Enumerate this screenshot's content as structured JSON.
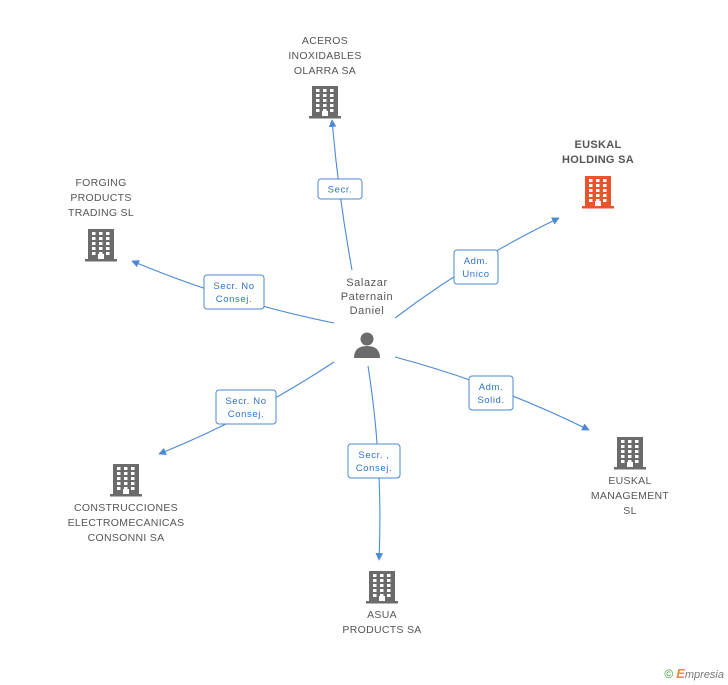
{
  "center": {
    "name_lines": [
      "Salazar",
      "Paternain",
      "Daniel"
    ],
    "icon": "person-icon"
  },
  "colors": {
    "edge": "#4a8ad4",
    "label": "#2f74c8",
    "building": "#6b6b6b",
    "building_highlight": "#e8542b"
  },
  "nodes": [
    {
      "id": "aceros",
      "lines": [
        "ACEROS",
        "INOXIDABLES",
        "OLARRA SA"
      ],
      "icon": "building-icon",
      "highlight": false
    },
    {
      "id": "euskal-holding",
      "lines": [
        "EUSKAL",
        "HOLDING SA"
      ],
      "icon": "building-icon",
      "highlight": true
    },
    {
      "id": "forging",
      "lines": [
        "FORGING",
        "PRODUCTS",
        "TRADING SL"
      ],
      "icon": "building-icon",
      "highlight": false
    },
    {
      "id": "euskal-management",
      "lines": [
        "EUSKAL",
        "MANAGEMENT",
        "SL"
      ],
      "icon": "building-icon",
      "highlight": false
    },
    {
      "id": "construcciones",
      "lines": [
        "CONSTRUCCIONES",
        "ELECTROMECANICAS",
        "CONSONNI SA"
      ],
      "icon": "building-icon",
      "highlight": false
    },
    {
      "id": "asua",
      "lines": [
        "ASUA",
        "PRODUCTS SA"
      ],
      "icon": "building-icon",
      "highlight": false
    }
  ],
  "edges": [
    {
      "to": "aceros",
      "label_lines": [
        "Secr."
      ]
    },
    {
      "to": "euskal-holding",
      "label_lines": [
        "Adm.",
        "Unico"
      ]
    },
    {
      "to": "forging",
      "label_lines": [
        "Secr. No",
        "Consej."
      ]
    },
    {
      "to": "euskal-management",
      "label_lines": [
        "Adm.",
        "Solid."
      ]
    },
    {
      "to": "construcciones",
      "label_lines": [
        "Secr. No",
        "Consej."
      ]
    },
    {
      "to": "asua",
      "label_lines": [
        "Secr. ,",
        "Consej."
      ]
    }
  ],
  "watermark": {
    "copyright": "©",
    "brand_first": "E",
    "brand_rest": "mpresia"
  }
}
